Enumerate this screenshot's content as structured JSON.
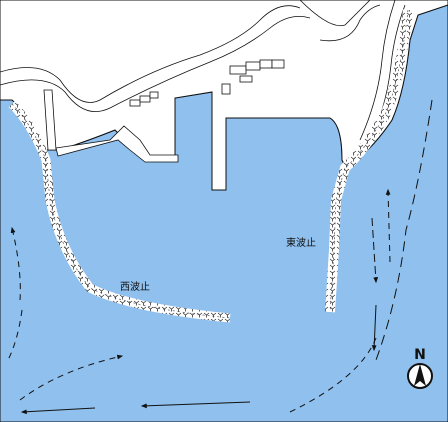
{
  "map": {
    "breakwaters": [
      {
        "id": "west",
        "label": "西波止"
      },
      {
        "id": "east",
        "label": "東波止"
      }
    ],
    "north_arrow": {
      "label": "N"
    },
    "colors": {
      "sea": "#8fc0ee",
      "land": "#ffffff",
      "outline": "#111111",
      "tetrapod": "#333333",
      "arrow": "#111111"
    }
  }
}
